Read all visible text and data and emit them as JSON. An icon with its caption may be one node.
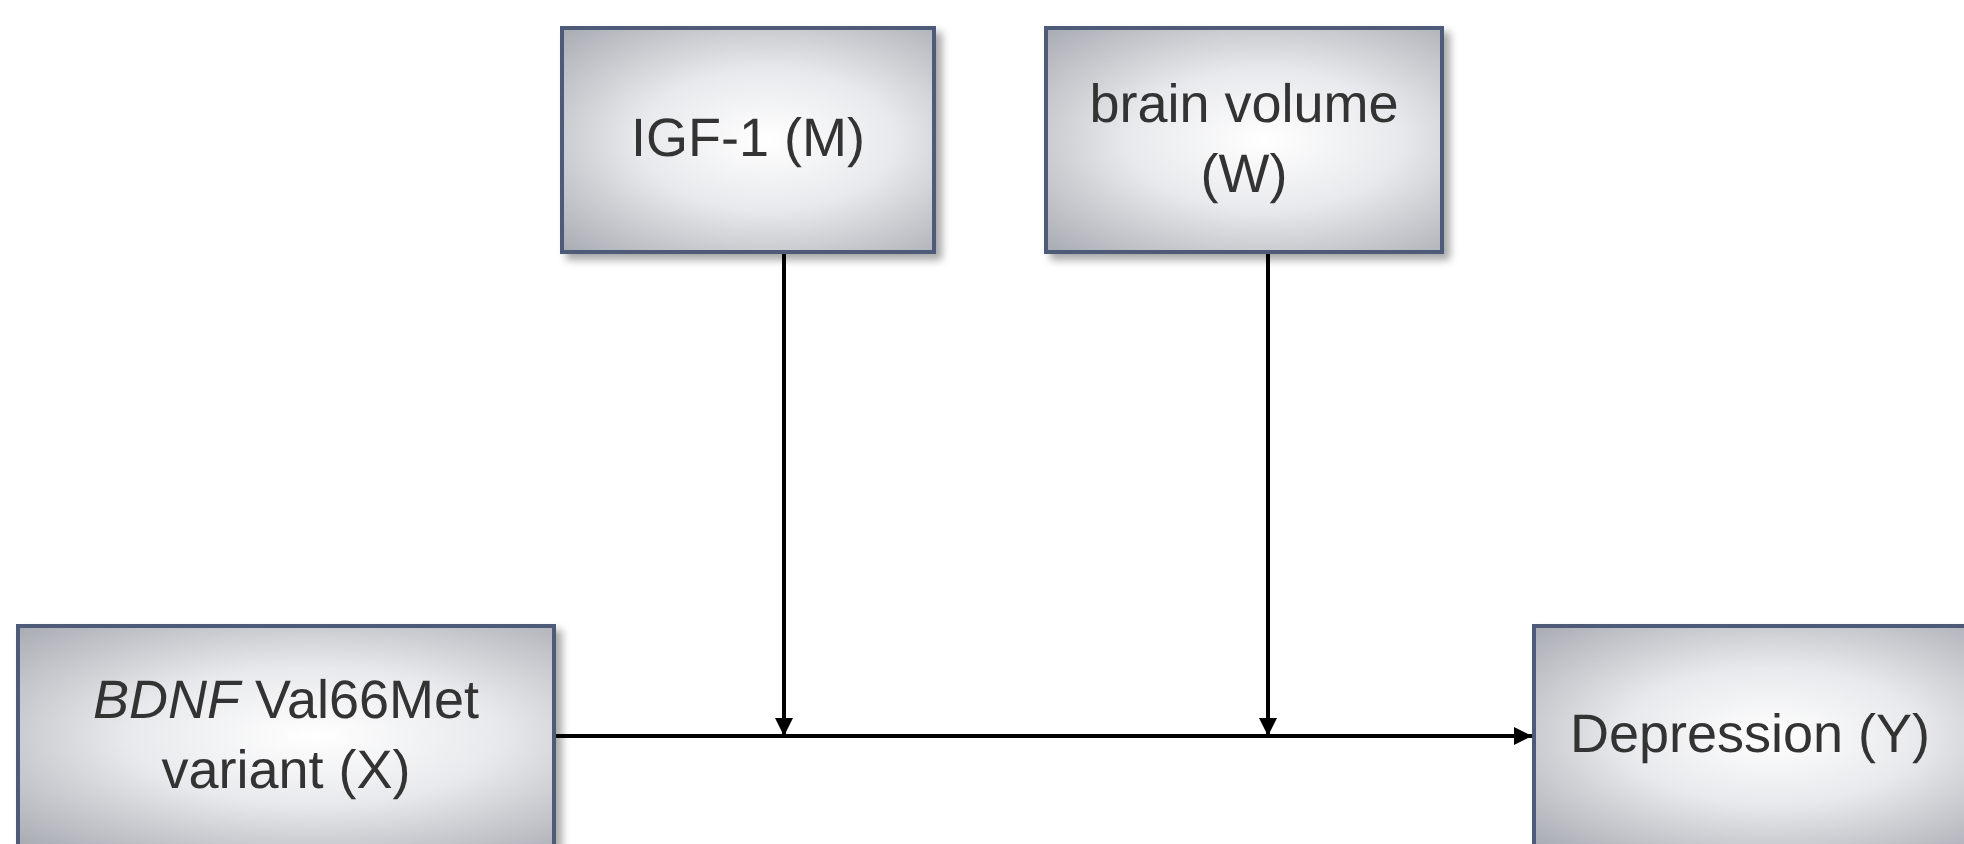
{
  "diagram": {
    "nodes": [
      {
        "text": [
          "IGF-1 (M)"
        ]
      },
      {
        "text": [
          "brain volume (W)"
        ]
      },
      {
        "text": [
          "*BDNF* Val66Met variant (X)"
        ]
      },
      {
        "text": [
          "Depression (Y)"
        ]
      }
    ],
    "edges": [
      {
        "from": 2,
        "to": 3,
        "arrow": "to"
      },
      {
        "from": 0,
        "to": null,
        "arrow": "to"
      },
      {
        "from": 1,
        "to": null,
        "arrow": "to"
      }
    ]
  }
}
